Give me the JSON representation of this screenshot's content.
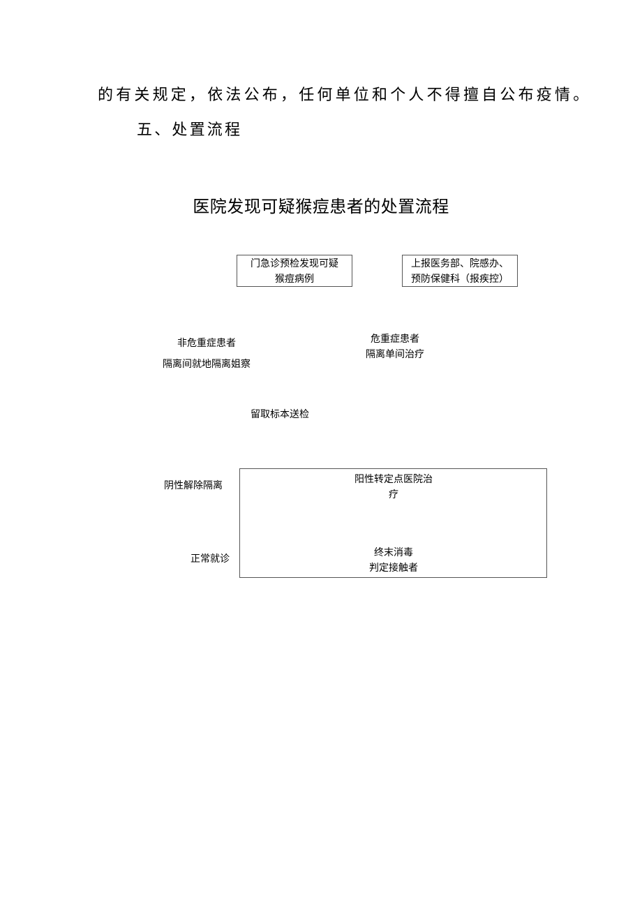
{
  "document": {
    "paragraph_tail": "的有关规定，依法公布，任何单位和个人不得擅自公布疫情。",
    "section_heading": "五、处置流程",
    "flow_title": "医院发现可疑猴痘患者的处置流程"
  },
  "flowchart": {
    "start_box": {
      "line1": "门急诊预检发现可疑",
      "line2": "猴痘病例"
    },
    "report_box": {
      "line1": "上报医务部、院感办、",
      "line2": "预防保健科（报疾控）"
    },
    "non_critical": {
      "line1": "非危重症患者",
      "line2": "隔离间就地隔离姐察"
    },
    "critical": {
      "line1": "危重症患者",
      "line2": "隔离单间治疗"
    },
    "sampling": "留取标本送检",
    "negative": "阴性解除隔离",
    "positive": {
      "line1": "阳性转定点医院治",
      "line2": "疗"
    },
    "normal_visit": "正常就诊",
    "terminal": {
      "line1": "终末消毒",
      "line2": "判定接触者"
    }
  }
}
